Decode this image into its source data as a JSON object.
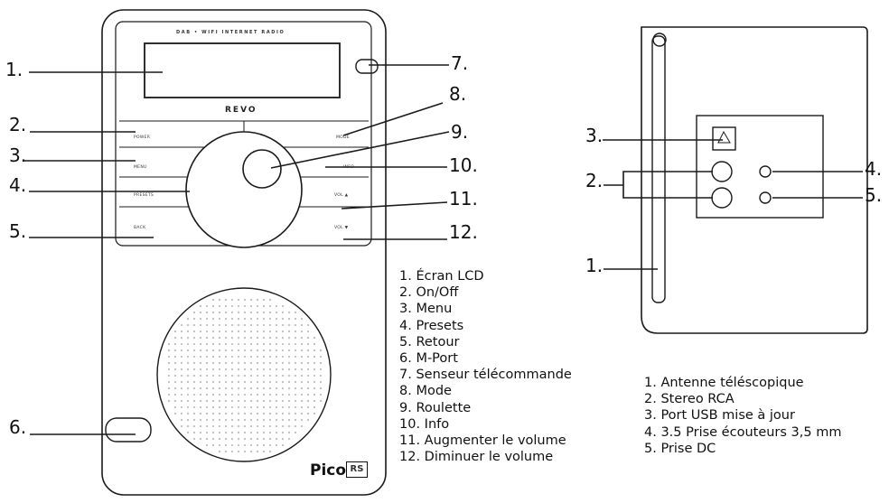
{
  "front": {
    "header_text": "DAB • WIFI INTERNET RADIO",
    "brand": "REVO",
    "buttons": {
      "power": "POWER",
      "menu": "MENU",
      "presets": "PRESETS",
      "back": "BACK",
      "mode": "MODE",
      "info": "INFO",
      "vol_up": "VOL ▲",
      "vol_down": "VOL ▼"
    },
    "model_name": "Pico",
    "model_logo": "RS",
    "callouts": [
      "1.",
      "2.",
      "3.",
      "4.",
      "5.",
      "6.",
      "7.",
      "8.",
      "9.",
      "10.",
      "11.",
      "12."
    ]
  },
  "front_legend": [
    "1. Écran LCD",
    "2. On/Off",
    "3. Menu",
    "4. Presets",
    "5. Retour",
    "6. M-Port",
    "7. Senseur télécommande",
    "8. Mode",
    "9. Roulette",
    "10. Info",
    "11. Augmenter le volume",
    "12. Diminuer le volume"
  ],
  "back": {
    "callouts": [
      "1.",
      "2.",
      "3.",
      "4.",
      "5."
    ]
  },
  "back_legend": [
    "1. Antenne téléscopique",
    "2. Stereo RCA",
    "3. Port USB mise à jour",
    "4. 3.5 Prise écouteurs 3,5 mm",
    "5. Prise DC"
  ]
}
